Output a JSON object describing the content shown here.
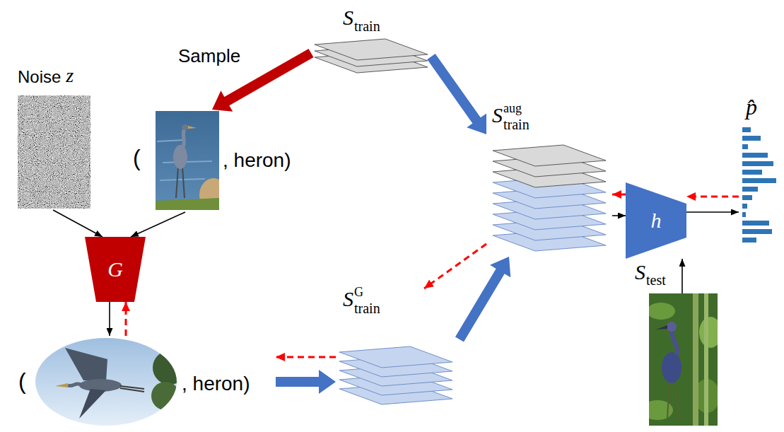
{
  "diagram": {
    "nodes": [
      {
        "text": [
          "S",
          "train"
        ]
      },
      {
        "text": [
          "Noise",
          "z"
        ]
      },
      {
        "text": [
          "(",
          ", heron)"
        ]
      },
      {
        "text": [
          "G"
        ]
      },
      {
        "text": [
          "(",
          ", heron)"
        ]
      },
      {
        "text": [
          "S",
          "G",
          "train"
        ]
      },
      {
        "text": [
          "S",
          "aug",
          "train"
        ]
      },
      {
        "text": [
          "h"
        ]
      },
      {
        "text": [
          "p̂"
        ]
      },
      {
        "text": [
          "S",
          "test"
        ]
      }
    ],
    "edges": [
      {
        "from": 0,
        "to": 2,
        "arrow": "to",
        "label": "Sample"
      },
      {
        "from": 0,
        "to": 6,
        "arrow": "to"
      },
      {
        "from": 1,
        "to": 3,
        "arrow": "to"
      },
      {
        "from": 2,
        "to": 3,
        "arrow": "to"
      },
      {
        "from": 3,
        "to": 4,
        "arrow": "to"
      },
      {
        "from": 4,
        "to": 3,
        "arrow": "to"
      },
      {
        "from": 4,
        "to": 5,
        "arrow": "to"
      },
      {
        "from": 5,
        "to": 4,
        "arrow": "to"
      },
      {
        "from": 5,
        "to": 6,
        "arrow": "to"
      },
      {
        "from": 6,
        "to": 5,
        "arrow": "to"
      },
      {
        "from": 6,
        "to": 7,
        "arrow": "to"
      },
      {
        "from": 7,
        "to": 6,
        "arrow": "to"
      },
      {
        "from": 7,
        "to": 8,
        "arrow": "to"
      },
      {
        "from": 8,
        "to": 7,
        "arrow": "to"
      },
      {
        "from": 9,
        "to": 7,
        "arrow": "to"
      }
    ]
  }
}
